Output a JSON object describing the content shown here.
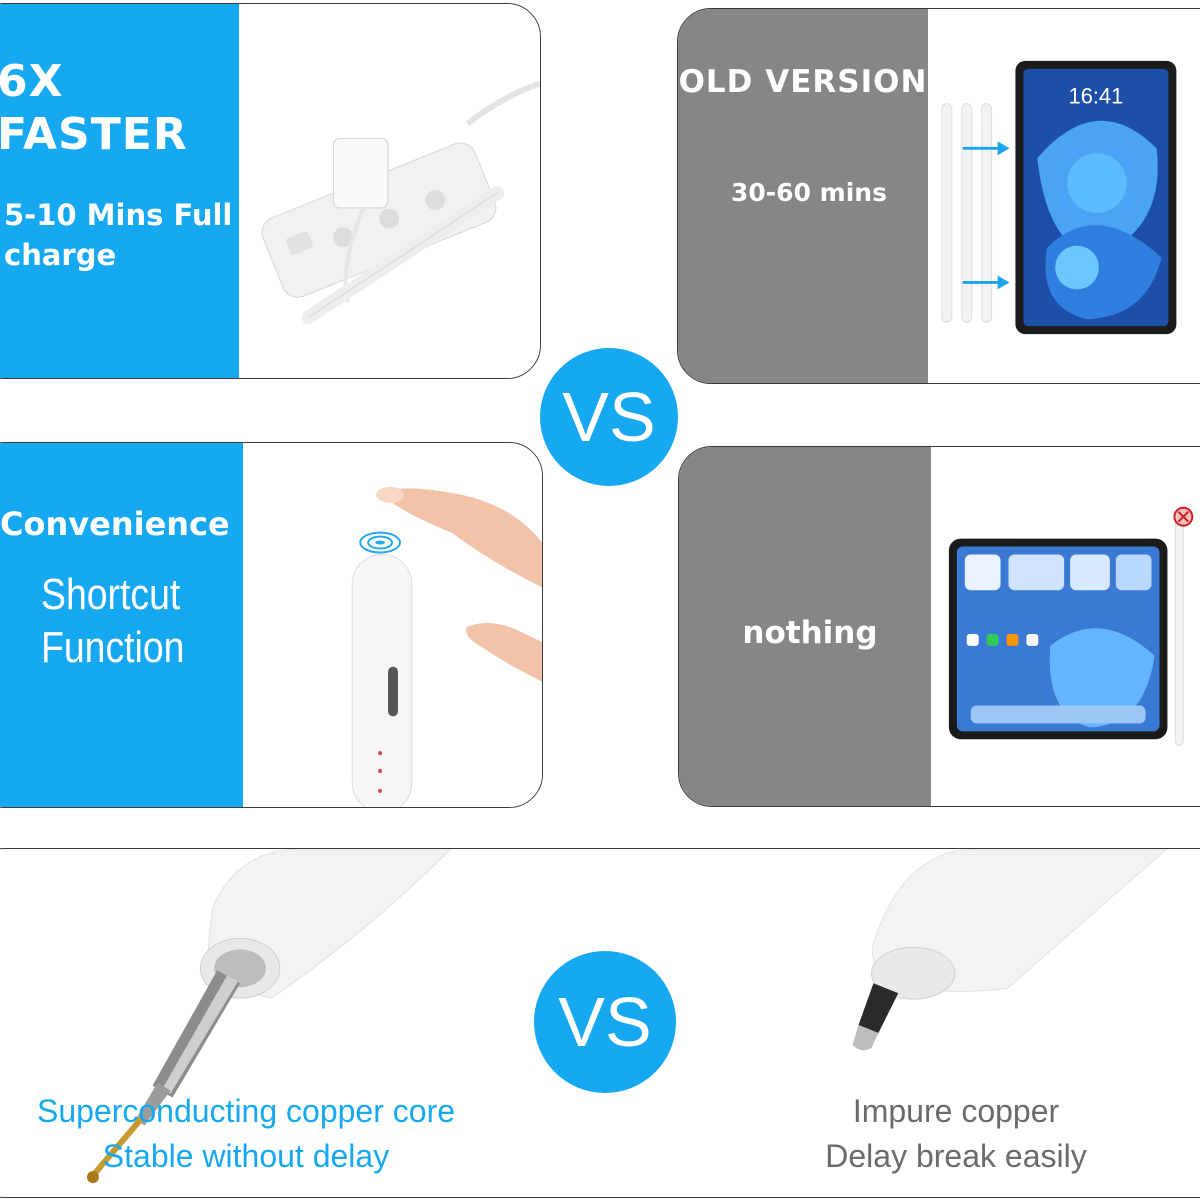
{
  "faster_card": {
    "headline": "6X FASTER",
    "detail_line1": "5-10 Mins Full",
    "detail_line2": "charge"
  },
  "old_version_card": {
    "headline": "OLD VERSION",
    "detail": "30-60 mins",
    "tablet_time": "16:41"
  },
  "convenience_card": {
    "headline": "Convenience",
    "detail_line1": "Shortcut",
    "detail_line2": "Function"
  },
  "nothing_card": {
    "headline": "nothing"
  },
  "vs_top": "VS",
  "vs_bottom": "VS",
  "copper_card": {
    "new_line1": "Superconducting copper core",
    "new_line2": "Stable without delay",
    "old_line1": "Impure copper",
    "old_line2": "Delay break easily"
  },
  "colors": {
    "brand_blue": "#16a8f0",
    "old_grey": "#868686",
    "caption_grey": "#6b6b6b"
  }
}
